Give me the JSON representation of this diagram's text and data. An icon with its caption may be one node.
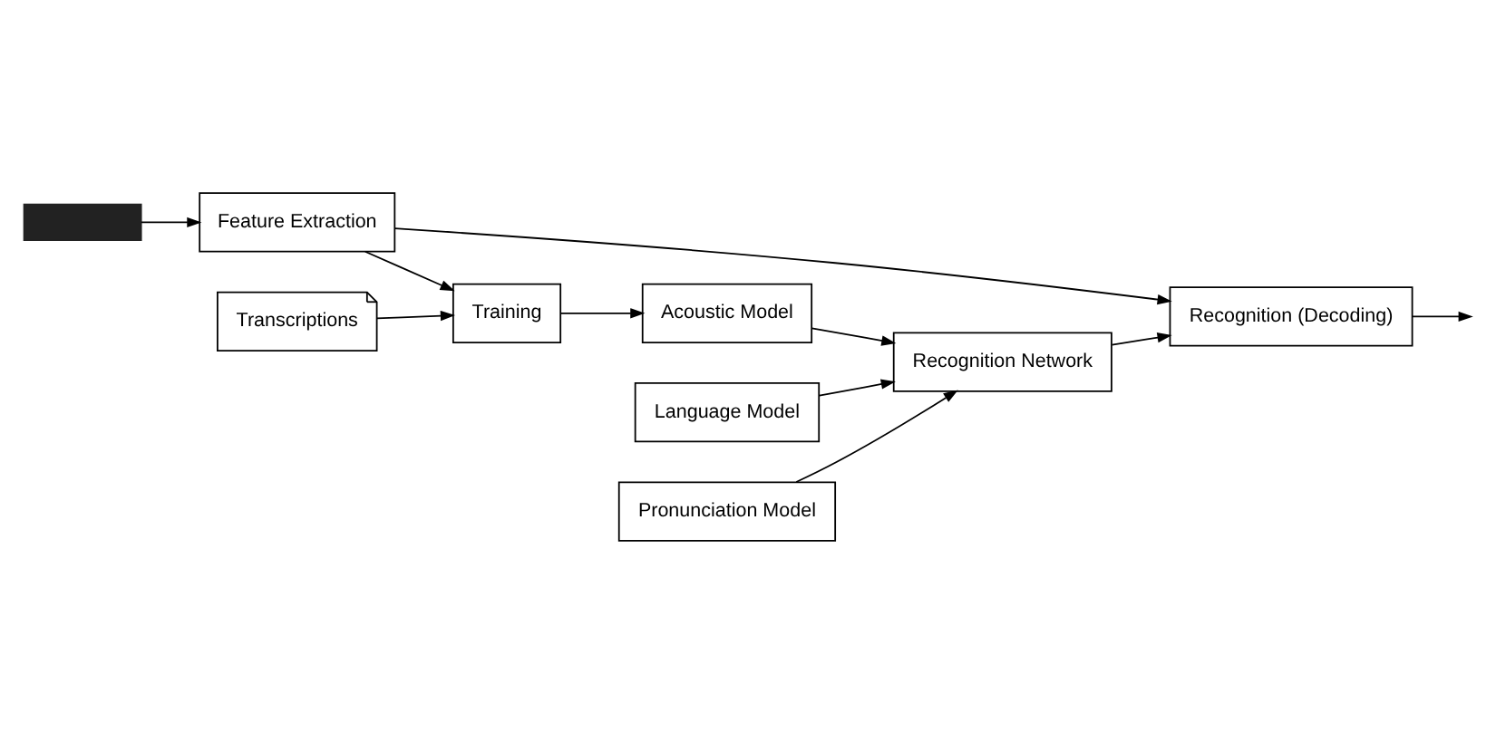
{
  "diagram": {
    "nodes": [
      {
        "text": [],
        "shape": "bar"
      },
      {
        "text": [
          "Feature Extraction"
        ]
      },
      {
        "text": [
          "Recognition (Decoding)"
        ]
      },
      {
        "text": [
          "Transcriptions"
        ]
      },
      {
        "text": [
          "Training"
        ]
      },
      {
        "text": [
          "Acoustic Model"
        ]
      },
      {
        "text": [
          "Language Model"
        ]
      },
      {
        "text": [
          "Recognition Network"
        ]
      },
      {
        "text": [
          "Pronunciation Model"
        ]
      }
    ],
    "edges": [
      {
        "from": 0,
        "to": 1,
        "arrow": "to"
      },
      {
        "from": 1,
        "to": 2,
        "arrow": "to"
      },
      {
        "from": 2,
        "to": null,
        "arrow": "to"
      },
      {
        "from": 1,
        "to": 4,
        "arrow": "to"
      },
      {
        "from": 3,
        "to": 4,
        "arrow": "to"
      },
      {
        "from": 4,
        "to": 5,
        "arrow": "to"
      },
      {
        "from": 5,
        "to": 7,
        "arrow": "to"
      },
      {
        "from": 6,
        "to": 7,
        "arrow": "to"
      },
      {
        "from": 8,
        "to": 7,
        "arrow": "to"
      },
      {
        "from": 7,
        "to": 2,
        "arrow": "to"
      }
    ]
  }
}
